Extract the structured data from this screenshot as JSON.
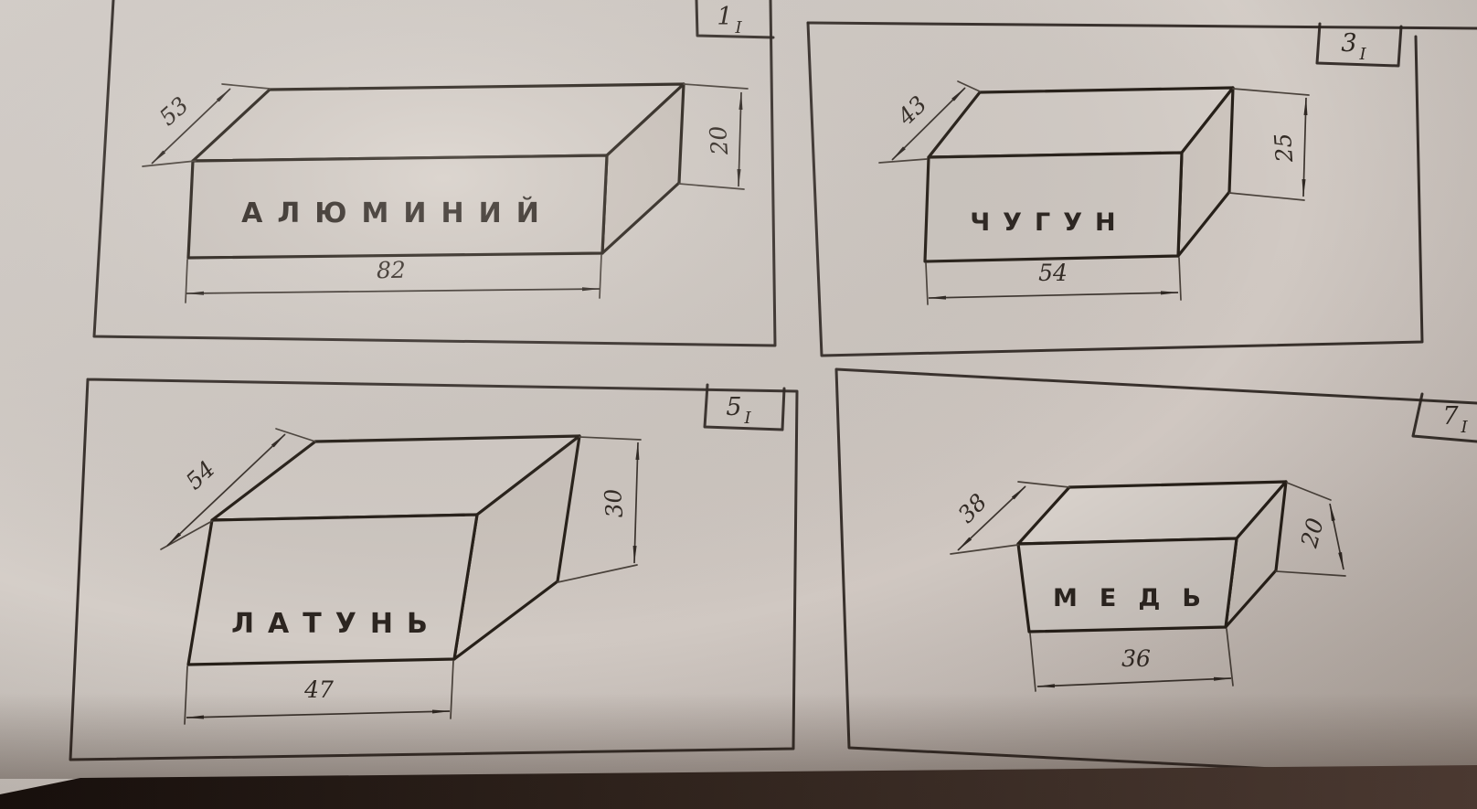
{
  "colors": {
    "paper": "#d4cdc7",
    "paper_light": "#ddd7d2",
    "paper_dark": "#bfb5ad",
    "ink": "#2b241e",
    "table_surface": "#241a14"
  },
  "panels": [
    {
      "number": "1",
      "variant": "I",
      "material": "АЛЮМИНИЙ",
      "dimensions": {
        "depth": "53",
        "length": "82",
        "height": "20"
      }
    },
    {
      "number": "3",
      "variant": "I",
      "material": "ЧУГУН",
      "dimensions": {
        "depth": "43",
        "length": "54",
        "height": "25"
      }
    },
    {
      "number": "5",
      "variant": "I",
      "material": "ЛАТУНЬ",
      "dimensions": {
        "depth": "54",
        "length": "47",
        "height": "30"
      }
    },
    {
      "number": "7",
      "variant": "I",
      "material": "МЕДЬ",
      "dimensions": {
        "depth": "38",
        "length": "36",
        "height": "20"
      }
    }
  ]
}
